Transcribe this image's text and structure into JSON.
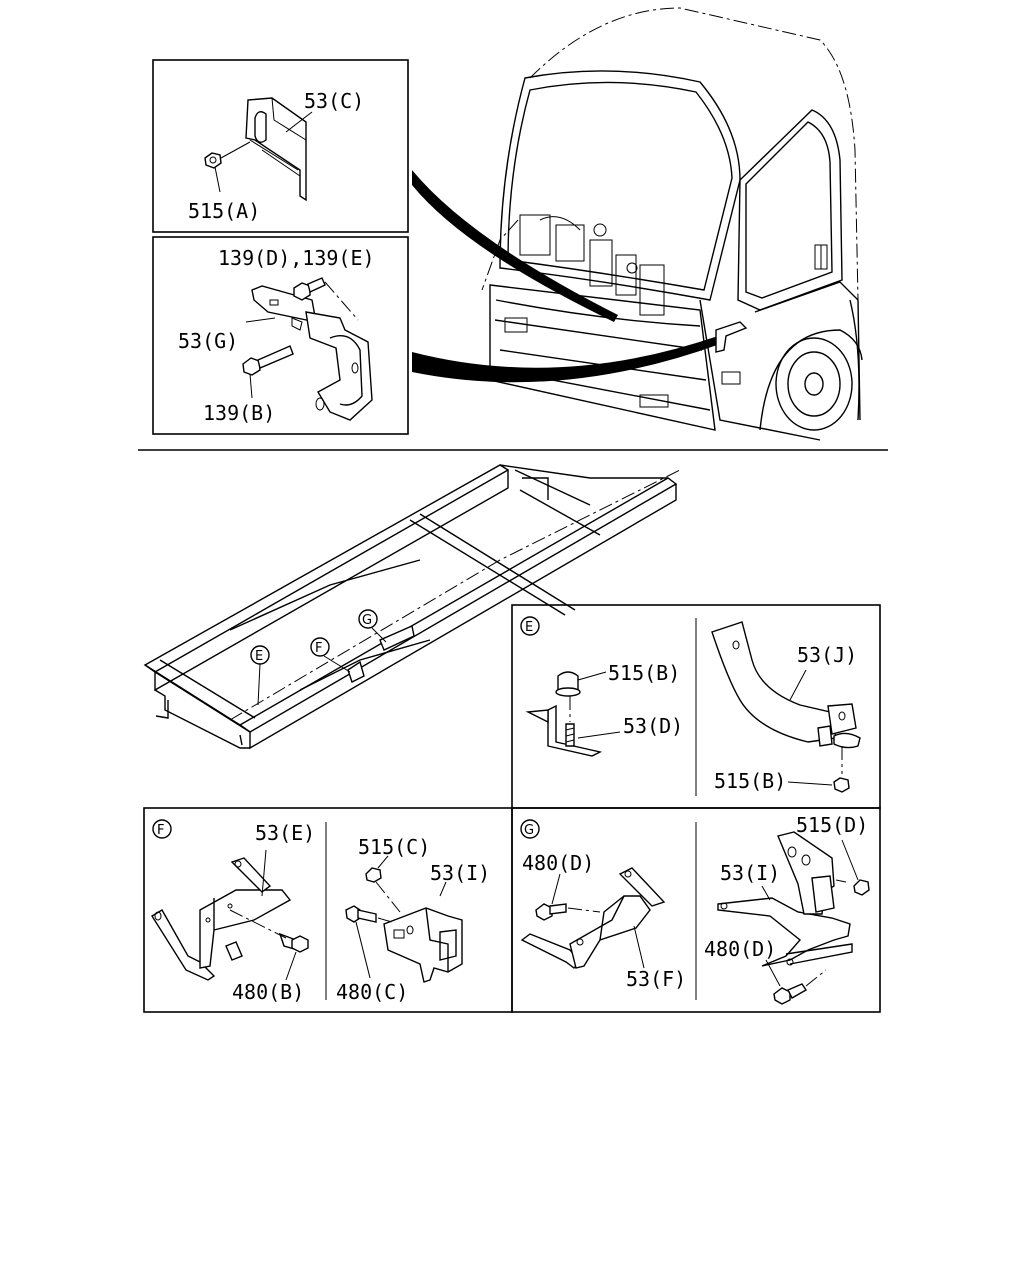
{
  "labels": {
    "c53": "53(C)",
    "a515": "515(A)",
    "d139e": "139(D),139(E)",
    "g53": "53(G)",
    "b139": "139(B)",
    "e515b": "515(B)",
    "e53d": "53(D)",
    "e53j": "53(J)",
    "e515b2": "515(B)",
    "f53e": "53(E)",
    "f480b": "480(B)",
    "f515c": "515(C)",
    "f53i": "53(I)",
    "f480c": "480(C)",
    "g480d": "480(D)",
    "g53f": "53(F)",
    "g515d": "515(D)",
    "g53i": "53(I)",
    "g480d2": "480(D)"
  },
  "callouts": {
    "frame_e": "E",
    "frame_f": "F",
    "frame_g": "G",
    "panel_e": "E",
    "panel_f": "F",
    "panel_g": "G"
  }
}
